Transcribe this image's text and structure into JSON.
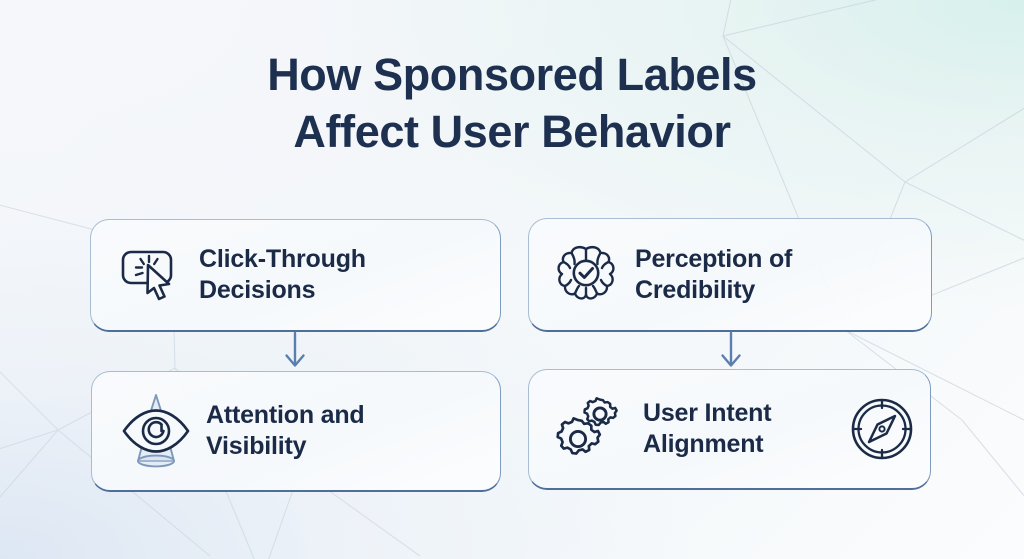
{
  "title": {
    "line1": "How Sponsored Labels",
    "line2": "Affect User Behavior"
  },
  "colors": {
    "title_text": "#1e3050",
    "card_text": "#1b2b47",
    "card_border": "#a8bcd4",
    "card_border_bottom": "#4f6f9b",
    "icon_stroke": "#1b2b47",
    "arrow": "#5a7fae",
    "bg_line": "#c3d2dd"
  },
  "cards": [
    {
      "id": "click-through-decisions",
      "label": "Click-Through\nDecisions",
      "icon": "cursor-click-icon",
      "trailing_icon": null
    },
    {
      "id": "perception-of-credibility",
      "label": "Perception of\nCredibility",
      "icon": "brain-check-icon",
      "trailing_icon": null
    },
    {
      "id": "attention-and-visibility",
      "label": "Attention and\nVisibility",
      "icon": "eye-beam-icon",
      "trailing_icon": null
    },
    {
      "id": "user-intent-alignment",
      "label": "User Intent\nAlignment",
      "icon": "gears-icon",
      "trailing_icon": "compass-icon"
    }
  ],
  "connectors": [
    {
      "id": "connector-left",
      "direction": "down"
    },
    {
      "id": "connector-right",
      "direction": "down"
    }
  ]
}
